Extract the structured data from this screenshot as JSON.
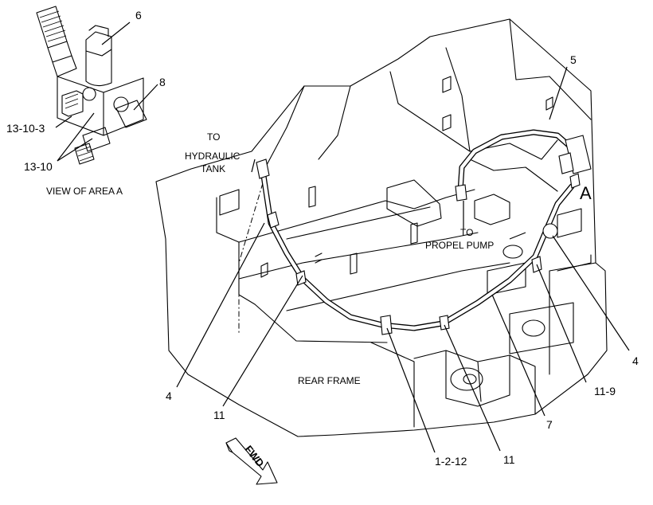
{
  "inset": {
    "caption": "VIEW OF AREA A",
    "callouts": {
      "c6": "6",
      "c8": "8",
      "c13_10_3": "13-10-3",
      "c13_10": "13-10"
    }
  },
  "notes": {
    "hydraulic_tank": [
      "TO",
      "HYDRAULIC",
      "TANK"
    ],
    "propel_pump": [
      "TO",
      "PROPEL PUMP"
    ],
    "area_marker": "A",
    "rear_frame": "REAR FRAME",
    "fwd": "FWD"
  },
  "callouts": {
    "c5": "5",
    "c4_left": "4",
    "c11_left": "11",
    "c1_2_12": "1-2-12",
    "c11_bottom": "11",
    "c7": "7",
    "c11_9": "11-9",
    "c4_right": "4"
  }
}
